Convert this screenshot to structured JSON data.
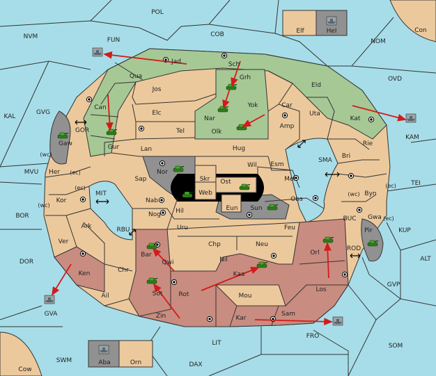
{
  "palette": {
    "sea": "#a7dde9",
    "land": "#ecc99c",
    "green": "#a6c895",
    "red": "#c98c80",
    "gray": "#919191",
    "black": "#000000",
    "white_gap": "#ffffff",
    "arrow": "#d21b1b",
    "border": "#333333"
  },
  "unit_icons": {
    "army": "green-tank-icon",
    "fleet": "ship-icon",
    "supply": "supply-center-icon"
  },
  "sea_labels": {
    "POL": "POL",
    "COB": "COB",
    "FUN": "FUN",
    "NVM": "NVM",
    "NOM": "NOM",
    "CON": "Con",
    "OVD": "OVD",
    "KAL": "KAL",
    "GVG": "GVG",
    "KAM": "KAM",
    "MVU": "MVU",
    "TEI": "TEI",
    "BOR": "BOR",
    "KUP": "KUP",
    "ALT": "ALT",
    "DOR": "DOR",
    "GVP": "GVP",
    "GVA": "GVA",
    "FRO": "FRO",
    "SOM": "SOM",
    "LIT": "LIT",
    "SWM": "SWM",
    "DAX": "DAX",
    "COW": "Cow",
    "SMA": "SMA",
    "MIT": "MIT",
    "RBU": "RBU",
    "GOR": "GOR",
    "BUC": "BUC",
    "ROD": "ROD"
  },
  "land_labels": {
    "Jad": "Jad",
    "Sch": "Sch",
    "Qua": "Qua",
    "Jos": "Jos",
    "Grh": "Grh",
    "Eld": "Eld",
    "Can": "Can",
    "Elc": "Elc",
    "Nar": "Nar",
    "Yok": "Yok",
    "Car": "Car",
    "Uta": "Uta",
    "Kat": "Kat",
    "Gur": "Gur",
    "Tel": "Tel",
    "Olk": "Olk",
    "Amp": "Amp",
    "Lan": "Lan",
    "Hug": "Hug",
    "Gaw": "Gaw",
    "Rie": "Rie",
    "Bri": "Bri",
    "Nor": "Nor",
    "Skr": "Skr",
    "Wil": "Wil",
    "Esm": "Esm",
    "Her": "Her",
    "Sap": "Sap",
    "Ost": "Ost",
    "Web": "Web",
    "Mel": "Mel",
    "Byn": "Byn",
    "Kor": "Kor",
    "Nab": "Nab",
    "Eun": "Eun",
    "Obs": "Obs",
    "Gwa": "Gwa",
    "Hil": "Hil",
    "Sun": "Sun",
    "Nog": "Nog",
    "Ark": "Ark",
    "Uru": "Uru",
    "Feu": "Feu",
    "Pir": "Pir",
    "Ver": "Ver",
    "Chp": "Chp",
    "Neu": "Neu",
    "Orl": "Orl",
    "Bar": "Bar",
    "Qwi": "Qwi",
    "Nil": "Nil",
    "Chr": "Chr",
    "Ken": "Ken",
    "Kaa": "Kaa",
    "Sot": "Sot",
    "Rot": "Rot",
    "Los": "Los",
    "Ail": "Ail",
    "Mou": "Mou",
    "Zin": "Zin",
    "Kar": "Kar",
    "Sam": "Sam"
  },
  "coast_labels": {
    "wc": "(wc)",
    "ec": "(ec)"
  },
  "boxes": {
    "top": {
      "left": "Elf",
      "right": "Hel"
    },
    "bottom": {
      "left": "Aba",
      "right": "Orn"
    }
  }
}
